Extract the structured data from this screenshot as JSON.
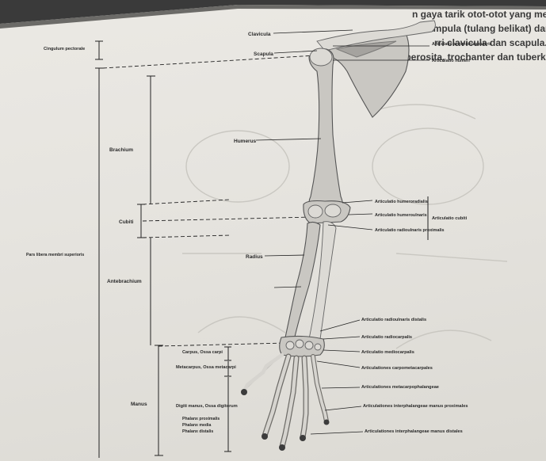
{
  "top_text": {
    "line1": "n gaya tarik otot-otot yang melekat pada tulang",
    "line2": "ampula (tulang belikat) dan kerangka bebas",
    "line3": "rri clavicula dan scapula. Pada kedua tulang tersebut",
    "line4": "tuberosita, trochanter dan tuberkulum."
  },
  "labels": {
    "cingulum": "Cingulum pectorale",
    "pars_libera": "Pars libera membri superioris",
    "brachium": "Brachium",
    "cubiti": "Cubiti",
    "antebrachium": "Antebrachium",
    "manus": "Manus",
    "carpus": "Carpus, Ossa carpi",
    "metacarpus": "Metacarpus, Ossa metacarpi",
    "digiti": "Digiti manus, Ossa digitorum",
    "phalanx_proximalis": "Phalanx proximalis",
    "phalanx_media": "Phalanx media",
    "phalanx_distalis": "Phalanx distalis",
    "clavicula": "Clavicula",
    "scapula": "Scapula",
    "humerus": "Humerus",
    "radius": "Radius",
    "art_acromioclavicularis": "Articulatio acromioclavicularis",
    "art_humeri": "Articulatio humeri",
    "art_humeroradialis": "Articulatio humeroradialis",
    "art_humeroulnaris": "Articulatio humeroulnaris",
    "art_radioulnaris_proximalis": "Articulatio radioulnaris proximalis",
    "art_cubiti": "Articulatio cubiti",
    "art_radioulnaris_distalis": "Articulatio radioulnaris distalis",
    "art_radiocarpalis": "Articulatio radiocarpalis",
    "art_mediocarpalis": "Articulatio mediocarpalis",
    "art_carpometacarpales": "Articulationes carpometacarpales",
    "art_metacarpophalangeae": "Articulationes metacarpophalangeae",
    "art_interphalangeae_proximales": "Articulationes interphalangeae manus proximales",
    "art_interphalangeae_distales": "Articulationes interphalangeae manus distales"
  },
  "colors": {
    "paper": "#e6e4df",
    "ink": "#2a2a2a",
    "bone": "#c9c7c2"
  }
}
